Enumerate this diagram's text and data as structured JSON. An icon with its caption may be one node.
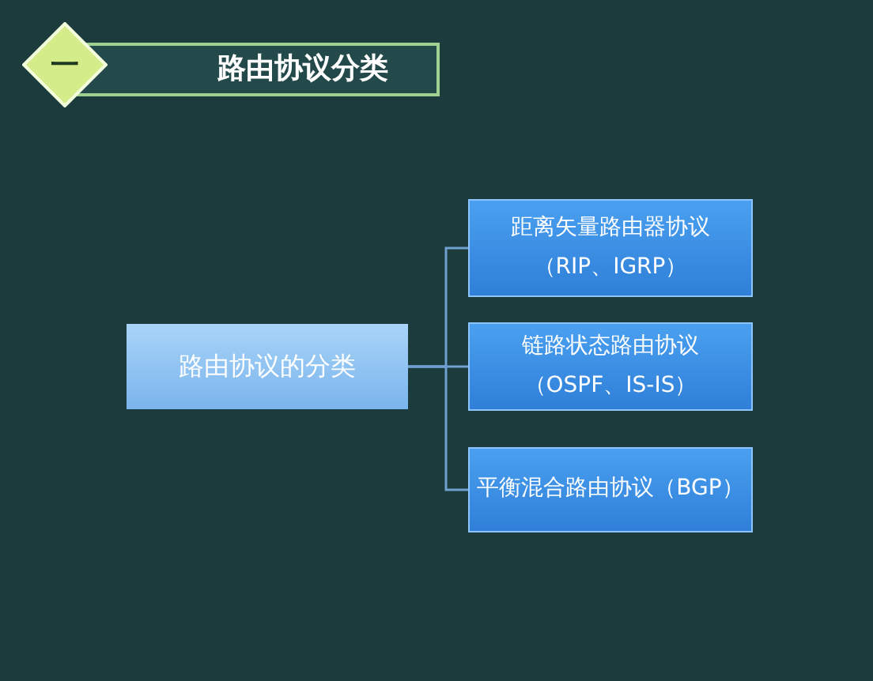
{
  "diagram": {
    "nodes": [
      {
        "text": [
          "一"
        ]
      },
      {
        "text": [
          "路由协议分类"
        ]
      },
      {
        "text": [
          "路由协议的分类"
        ]
      },
      {
        "text": [
          "距离矢量路由器协议",
          "（RIP、IGRP）"
        ]
      },
      {
        "text": [
          "链路状态路由协议",
          "（OSPF、IS-IS）"
        ]
      },
      {
        "text": [
          "平衡混合路由协议（BGP）"
        ]
      }
    ],
    "edges": [
      {
        "from": 2,
        "to": 3,
        "arrow": "none"
      },
      {
        "from": 2,
        "to": 4,
        "arrow": "none"
      },
      {
        "from": 2,
        "to": 5,
        "arrow": "none"
      }
    ]
  }
}
